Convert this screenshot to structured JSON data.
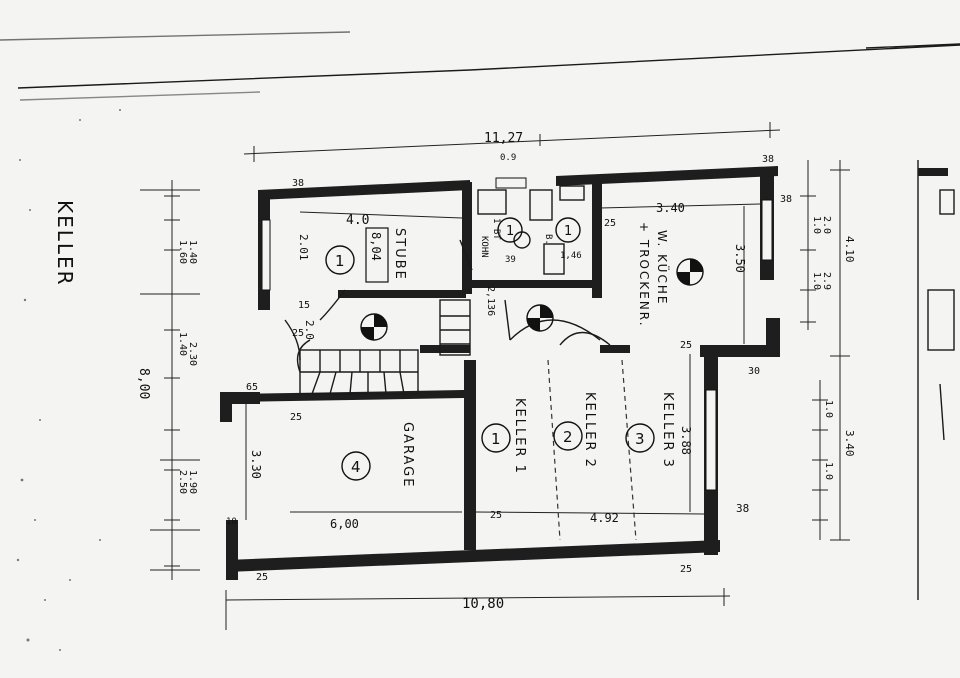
{
  "plan": {
    "title": "KELLER",
    "rooms": {
      "stube": {
        "name": "STUBE",
        "number": "1",
        "area": "8,04"
      },
      "bad": {
        "name": "B.",
        "number": "1",
        "label": "1 BT"
      },
      "kuehne": {
        "label": "KOHN"
      },
      "wkueche": {
        "name": "W. KÜCHE",
        "name2": "+ TROCKENR."
      },
      "keller1": {
        "name": "KELLER 1",
        "number": "1"
      },
      "keller2": {
        "name": "KELLER 2",
        "number": "2"
      },
      "keller3": {
        "name": "KELLER 3",
        "number": "3"
      },
      "garage": {
        "name": "GARAGE",
        "number": "4"
      }
    },
    "dimensions": {
      "total_width": "10,80",
      "total_depth": "8,00",
      "top_segment": "11,27",
      "stube_width": "4.0",
      "stube_depth": "2.01",
      "stube_lower": "2.0",
      "kitchen_width": "3.40",
      "kitchen_depth": "3.50",
      "hall": "2,136",
      "bath": "1,46",
      "bath2": "39",
      "garage_width": "6,00",
      "garage_depth": "3.30",
      "keller_width": "4.92",
      "keller_depth": "3.88",
      "left_a": "1.60",
      "left_b": "1.40",
      "left_c": "1.40",
      "left_d": "2.30",
      "left_e": "2.50",
      "left_f": "1.90",
      "right_a": "1.0",
      "right_b": "2.0",
      "right_c": "1.0",
      "right_d": "2.9",
      "right_total": "4.10",
      "right_lower": "3.40",
      "right_e": "1.0",
      "right_f": "1.0",
      "wall_38a": "38",
      "wall_38b": "38",
      "wall_38c": "38",
      "wall_38d": "38",
      "wall_25a": "25",
      "wall_25b": "25",
      "wall_25c": "25",
      "wall_25d": "25",
      "wall_25e": "25",
      "wall_25f": "25",
      "wall_25g": "25",
      "wall_30": "30",
      "wall_65": "65",
      "wall_15": "15",
      "wall_10": "10",
      "top_small": "0.9"
    }
  }
}
